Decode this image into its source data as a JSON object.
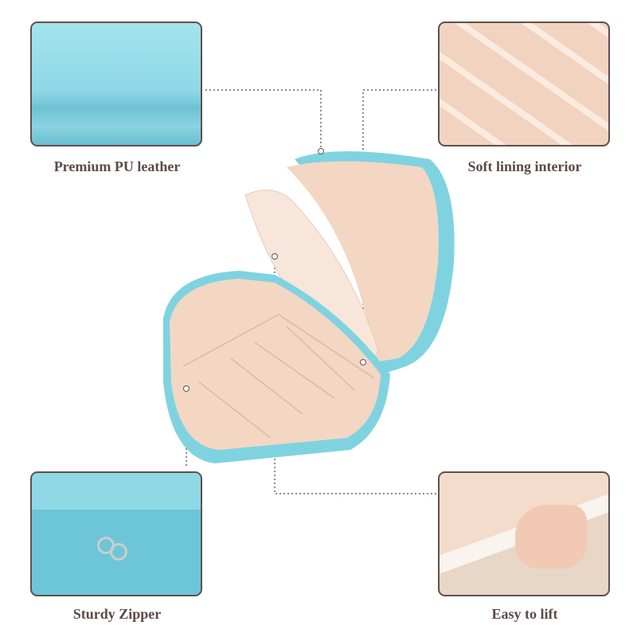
{
  "features": [
    {
      "label": "Premium PU leather",
      "icon": "leather-closeup"
    },
    {
      "label": "Soft lining interior",
      "icon": "lining-compartments"
    },
    {
      "label": "Sturdy Zipper",
      "icon": "zipper-pull"
    },
    {
      "label": "Easy to lift",
      "icon": "hand-lifting-tray"
    }
  ],
  "colors": {
    "leather": "#7fd3e0",
    "lining": "#f6dcc9",
    "frame": "#5e514c",
    "text": "#5a4a45"
  }
}
